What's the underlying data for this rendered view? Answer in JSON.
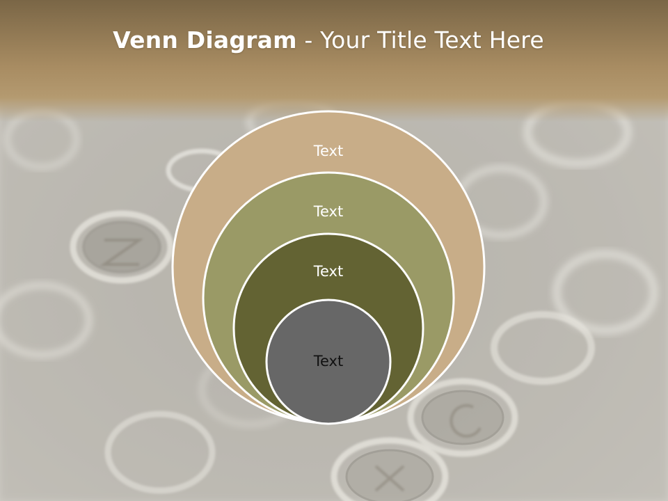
{
  "title": {
    "bold": "Venn Diagram",
    "rest": " - Your Title Text Here"
  },
  "diagram": {
    "type": "nested-circles",
    "circles": [
      {
        "label": "Text",
        "fill": "#c8ad88",
        "text_color": "#ffffff"
      },
      {
        "label": "Text",
        "fill": "#9a9a66",
        "text_color": "#ffffff"
      },
      {
        "label": "Text",
        "fill": "#636333",
        "text_color": "#ffffff"
      },
      {
        "label": "Text",
        "fill": "#676767",
        "text_color": "#111111"
      }
    ],
    "outline": "#ffffff"
  },
  "background": {
    "theme": "vintage typewriter keys",
    "band_color": "#a88c62",
    "photo_color": "#c9c6bf"
  }
}
